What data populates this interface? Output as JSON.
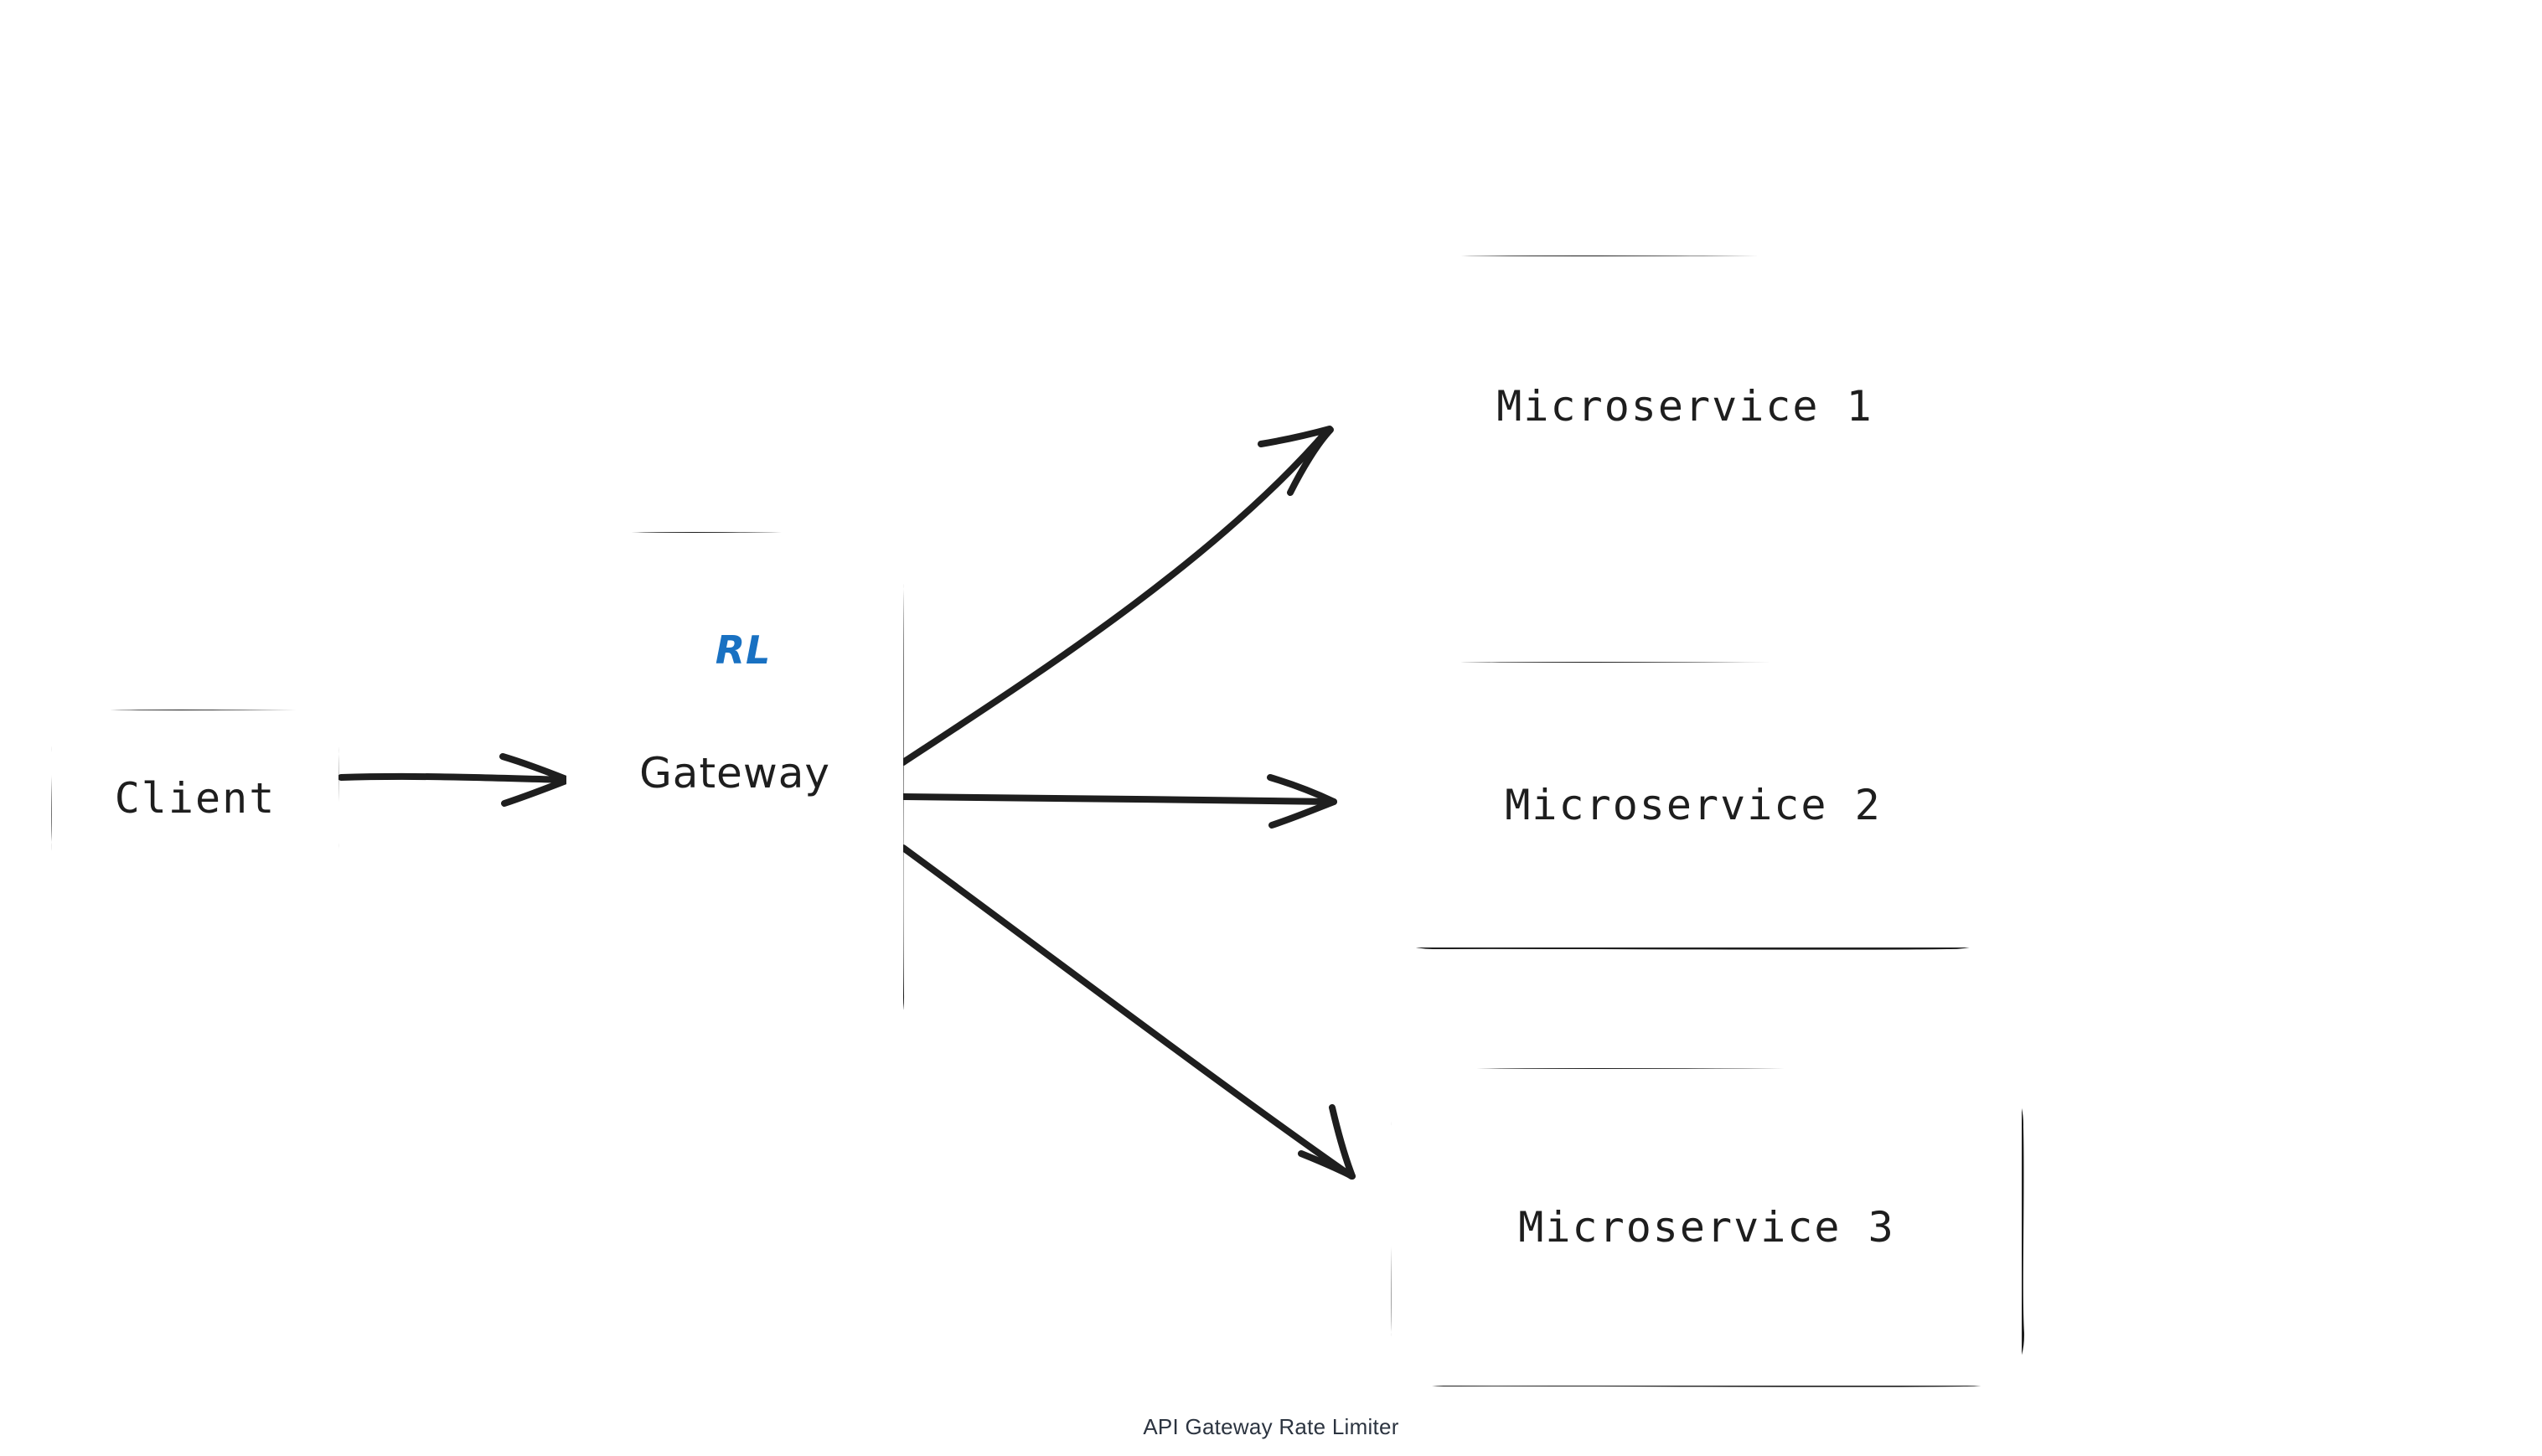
{
  "diagram": {
    "title": "API Gateway Rate Limiter",
    "caption": "API Gateway Rate Limiter",
    "style": "hand-drawn sketch",
    "background_color": "#ffffff",
    "stroke_color": "#1e1e1e",
    "accent_color": "#1971c2"
  },
  "nodes": {
    "client": {
      "label": "Client",
      "shape": "rounded-rectangle",
      "stroke": "#1e1e1e"
    },
    "gateway": {
      "label": "Gateway",
      "shape": "rounded-rectangle",
      "stroke": "#1e1e1e"
    },
    "rate_limiter": {
      "label": "RL",
      "shape": "rounded-rectangle",
      "stroke": "#1971c2"
    },
    "microservice_1": {
      "label": "Microservice 1",
      "shape": "rounded-rectangle",
      "stroke": "#1e1e1e"
    },
    "microservice_2": {
      "label": "Microservice 2",
      "shape": "rounded-rectangle",
      "stroke": "#1e1e1e"
    },
    "microservice_3": {
      "label": "Microservice 3",
      "shape": "rounded-rectangle",
      "stroke": "#1e1e1e"
    }
  },
  "edges": [
    {
      "id": "client-to-gateway",
      "from": "Client",
      "to": "Gateway",
      "arrowhead": "triangle-open"
    },
    {
      "id": "gateway-to-ms1",
      "from": "Gateway",
      "to": "Microservice 1",
      "arrowhead": "triangle-open"
    },
    {
      "id": "gateway-to-ms2",
      "from": "Gateway",
      "to": "Microservice 2",
      "arrowhead": "triangle-open"
    },
    {
      "id": "gateway-to-ms3",
      "from": "Gateway",
      "to": "Microservice 3",
      "arrowhead": "triangle-open"
    }
  ]
}
